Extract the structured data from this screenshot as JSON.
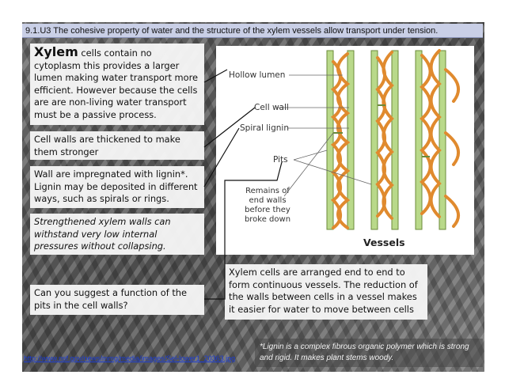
{
  "title": "9.1.U3 The cohesive property of water and the structure of the xylem vessels allow transport under tension.",
  "boxes": {
    "xylem_word": "Xylem",
    "xylem_text": " cells contain no cytoplasm this provides a larger lumen making water transport more efficient. However because the cells are are non-living water transport must be a passive process.",
    "cell_walls": "Cell walls are thickened to make them stronger",
    "lignin": "Wall are impregnated with lignin*. Lignin may be deposited in different ways, such as spirals or rings.",
    "strengthened": "Strengthened xylem walls can withstand very low internal pressures without collapsing.",
    "question": "Can you suggest a function of the pits in the cell walls?",
    "continuous": "Xylem cells are arranged end to end to form continuous vessels. The reduction of the walls between cells in a vessel makes it easier for water to move between cells"
  },
  "diagram": {
    "hollow_lumen": "Hollow lumen",
    "cell_wall": "Cell wall",
    "spiral_lignin": "Spiral lignin",
    "pits": "Pits",
    "remains": "Remains of end walls before they broke down",
    "vessels": "Vessels"
  },
  "footnote": "*Lignin is a complex fibrous organic polymer which is strong and rigid. It makes plant stems woody.",
  "source_url": "http://www.nsf.gov/news/mmg/media/images/Sel-lower1_20363.jpg",
  "colors": {
    "title_bar": "#c9cfe6",
    "vessel_wall": "#b9d98a",
    "spiral": "#e08a2e"
  }
}
